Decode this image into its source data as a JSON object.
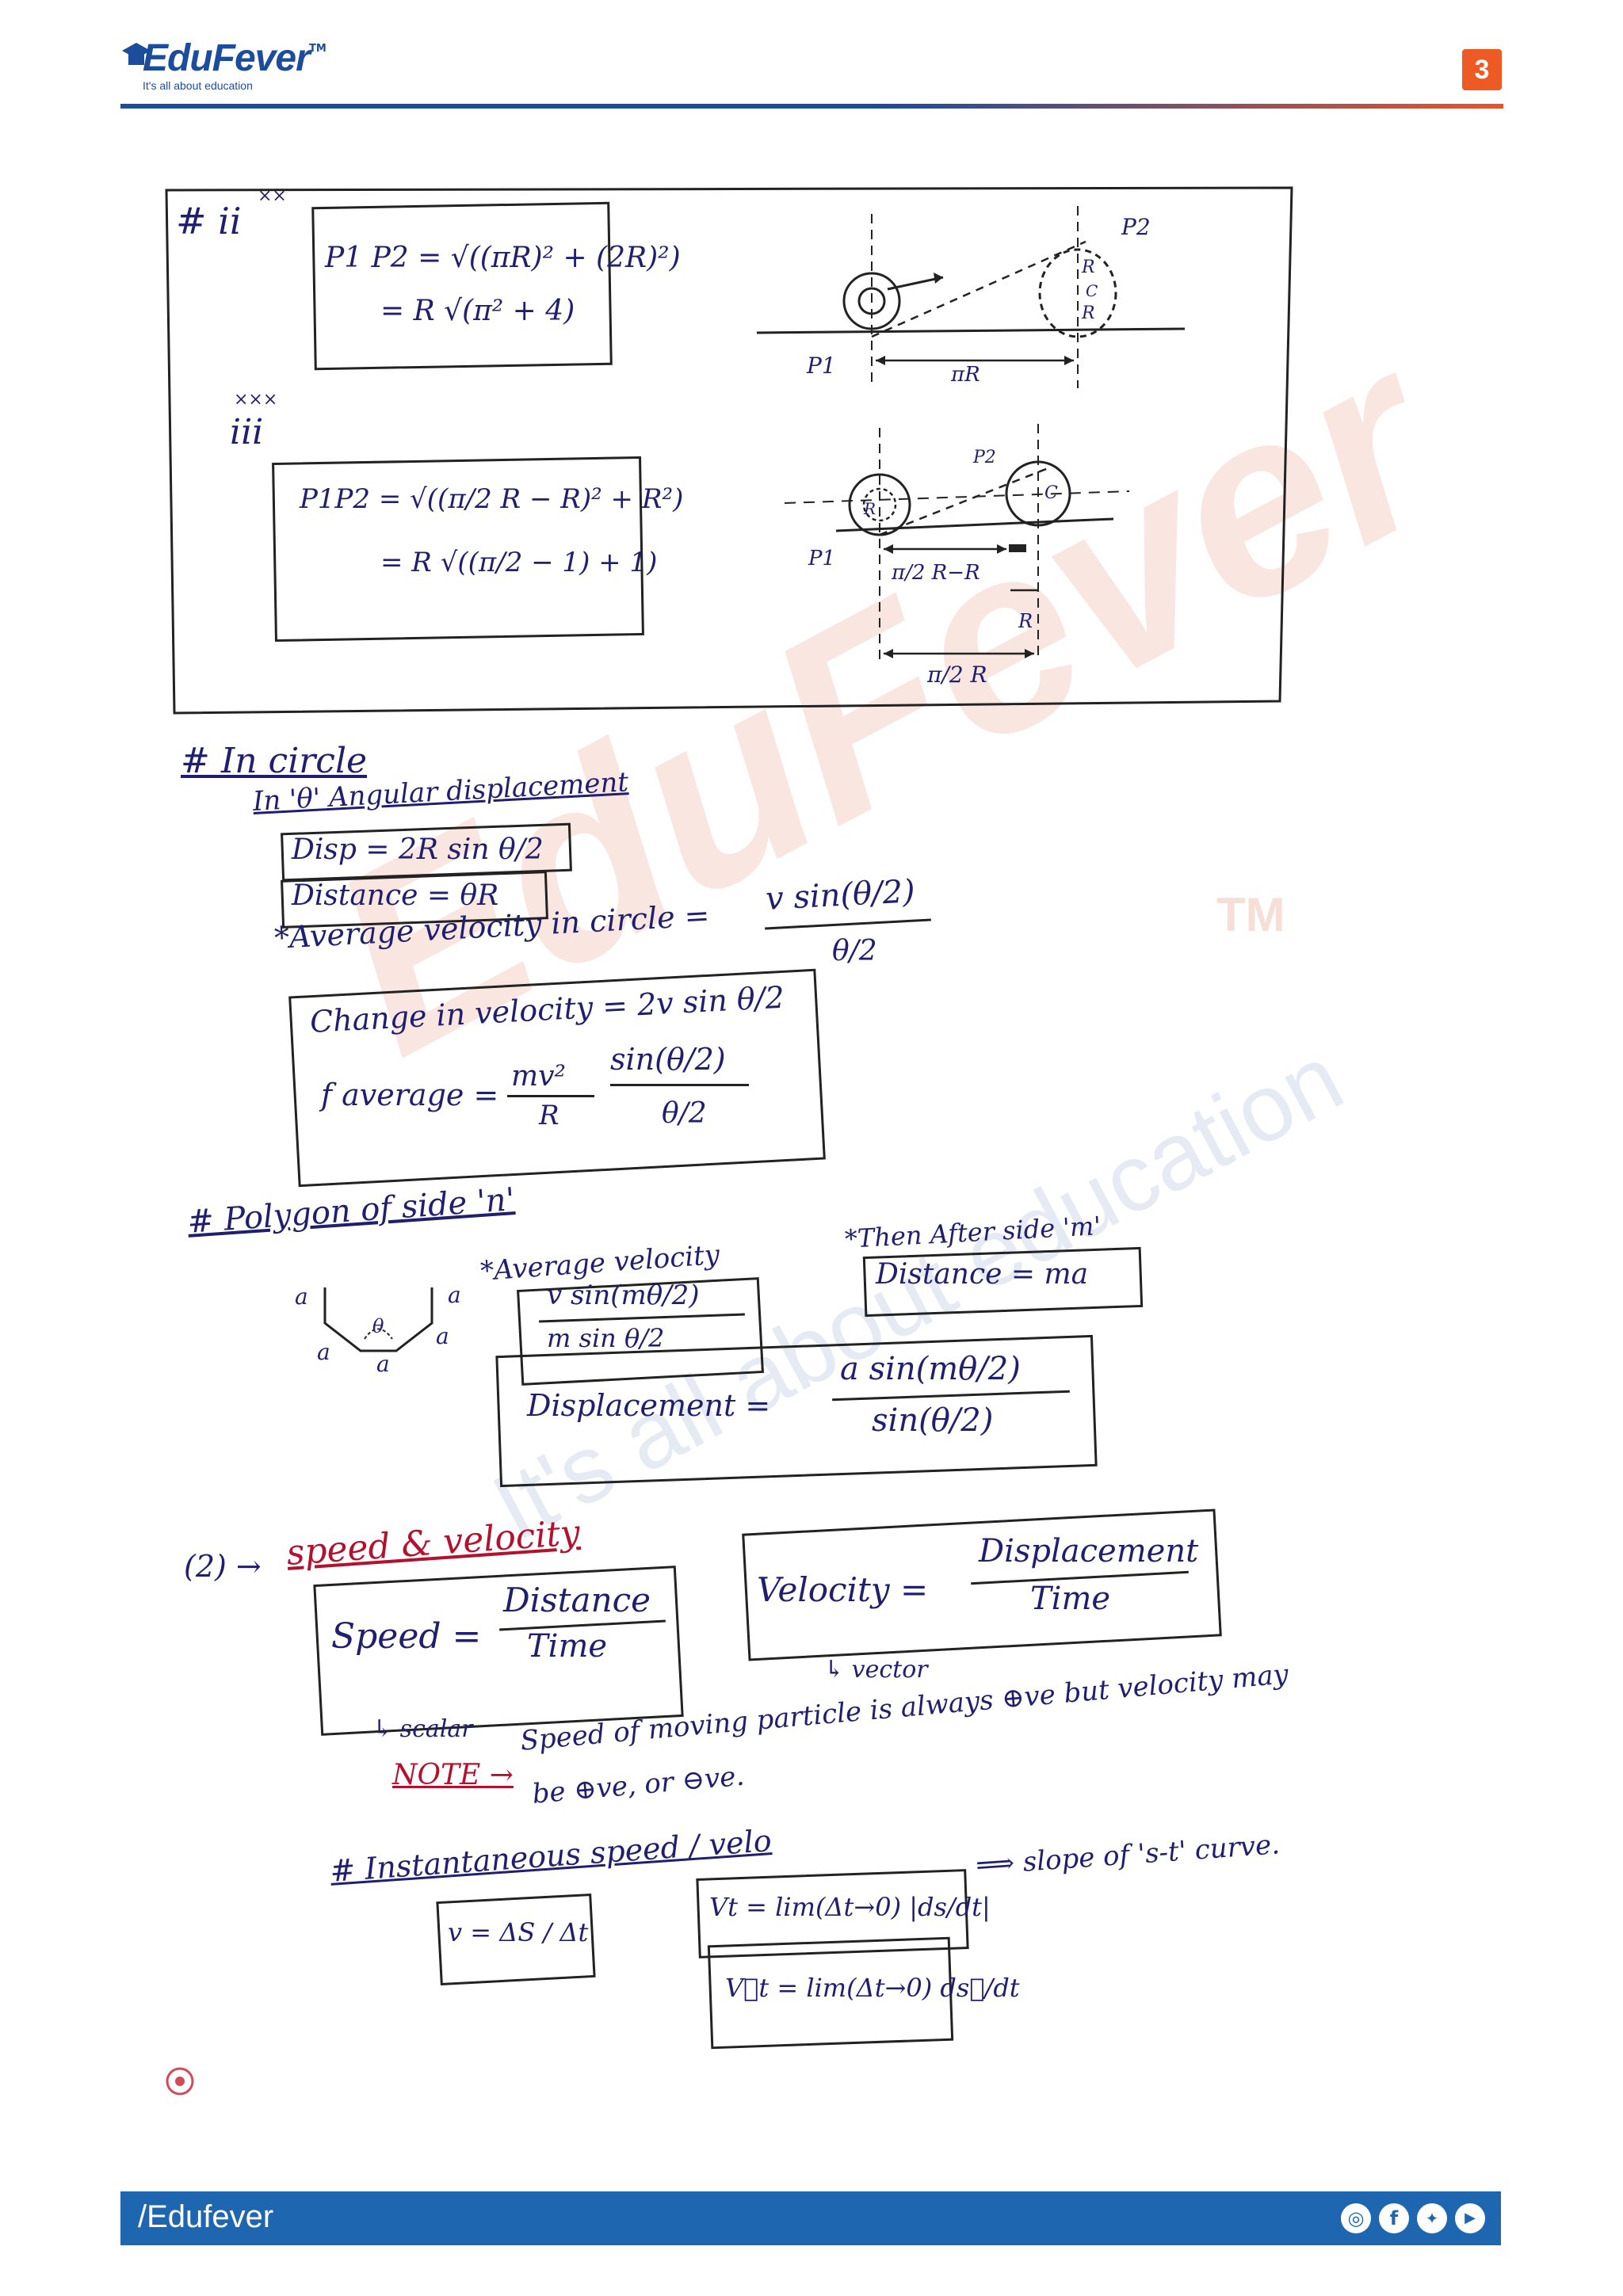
{
  "header": {
    "logo_text": "EduFever",
    "logo_tm": "TM",
    "logo_tagline": "It's all about education",
    "page_number": "3"
  },
  "watermark": {
    "brand": "EduFever",
    "tm": "TM",
    "tagline": "It's all about education"
  },
  "section_ii": {
    "marker": "# ii",
    "formula_line1": "P1 P2 = √((πR)² + (2R)²)",
    "formula_line2": "= R √(π² + 4)",
    "diagram_labels": {
      "p1": "P1",
      "p2": "P2",
      "pi_r": "πR",
      "r_top": "R",
      "c": "C",
      "r_bottom": "R"
    }
  },
  "section_iii": {
    "marker": "iii",
    "formula_line1": "P1P2 = √((π/2 R − R)² + R²)",
    "formula_line2": "= R √((π/2 − 1) + 1)",
    "diagram_labels": {
      "p1": "P1",
      "p2": "P2",
      "r": "R",
      "c": "C",
      "seg1": "π/2 R−R",
      "seg2": "R",
      "seg3": "π/2 R"
    }
  },
  "in_circle": {
    "heading": "# In circle",
    "subheading": "In 'θ' Angular displacement",
    "disp": "Disp = 2R sin θ/2",
    "distance": "Distance = θR",
    "avg_velocity_label": "*Average velocity in circle =",
    "avg_velocity_num": "v sin(θ/2)",
    "avg_velocity_den": "θ/2",
    "change_velocity": "Change in velocity = 2v sin θ/2",
    "f_average_label": "f average =",
    "f_num1": "mv²",
    "f_den1": "R",
    "f_num2": "sin(θ/2)",
    "f_den2": "θ/2"
  },
  "polygon": {
    "heading": "# Polygon of side 'n'",
    "side_label": "a",
    "theta_label": "θ",
    "avg_velocity_label": "*Average velocity",
    "avg_num": "v sin(mθ/2)",
    "avg_den": "m sin θ/2",
    "then_label": "*Then After side 'm'",
    "distance": "Distance = ma",
    "displacement_label": "Displacement =",
    "disp_num": "a sin(mθ/2)",
    "disp_den": "sin(θ/2)"
  },
  "speed_velocity": {
    "marker": "(2) →",
    "heading": "speed & velocity",
    "speed_label": "Speed =",
    "speed_num": "Distance",
    "speed_den": "Time",
    "speed_note": "↳ scalar",
    "velocity_label": "Velocity =",
    "velocity_num": "Displacement",
    "velocity_den": "Time",
    "velocity_note": "↳ vector",
    "note_label": "NOTE →",
    "note_text_line1": "Speed of moving particle is always ⊕ve but velocity may",
    "note_text_line2": "be ⊕ve, or ⊖ve."
  },
  "instantaneous": {
    "heading": "# Instantaneous speed / velo",
    "v_formula": "v = ΔS / Δt",
    "vt_formula": "Vt = lim(Δt→0) |ds/dt|",
    "vt_vec_formula": "V⃗t = lim(Δt→0) ds⃗/dt",
    "slope_note": "⟹ slope of 's-t' curve."
  },
  "footer": {
    "handle": "/Edufever",
    "icons": [
      "instagram-icon",
      "facebook-icon",
      "twitter-icon",
      "youtube-icon"
    ]
  },
  "colors": {
    "brand_blue": "#1c4c9c",
    "brand_orange": "#ee5a24",
    "footer_blue": "#1e67b0",
    "ink_blue": "#1f1f6e",
    "ink_red": "#b3122e"
  }
}
